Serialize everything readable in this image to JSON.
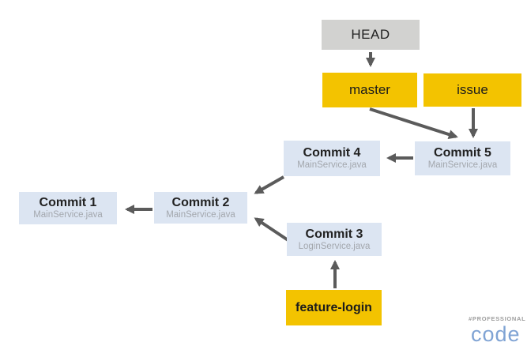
{
  "diagram": {
    "type": "git-branch-commit-graph",
    "nodes": {
      "head": {
        "label": "HEAD"
      },
      "master": {
        "label": "master"
      },
      "issue": {
        "label": "issue"
      },
      "feature": {
        "label": "feature-login"
      },
      "commit1": {
        "title": "Commit 1",
        "file": "MainService.java"
      },
      "commit2": {
        "title": "Commit 2",
        "file": "MainService.java"
      },
      "commit3": {
        "title": "Commit 3",
        "file": "LoginService.java"
      },
      "commit4": {
        "title": "Commit 4",
        "file": "MainService.java"
      },
      "commit5": {
        "title": "Commit 5",
        "file": "MainService.java"
      }
    },
    "edges": [
      {
        "from": "HEAD",
        "to": "master"
      },
      {
        "from": "master",
        "to": "Commit 5"
      },
      {
        "from": "issue",
        "to": "Commit 5"
      },
      {
        "from": "Commit 5",
        "to": "Commit 4"
      },
      {
        "from": "Commit 4",
        "to": "Commit 2"
      },
      {
        "from": "Commit 3",
        "to": "Commit 2"
      },
      {
        "from": "Commit 2",
        "to": "Commit 1"
      },
      {
        "from": "feature-login",
        "to": "Commit 3"
      }
    ],
    "colors": {
      "branch_fill": "#F3C300",
      "head_fill": "#D2D2D0",
      "commit_fill": "#DCE5F2",
      "arrow": "#5B5B5B",
      "commit_title_text": "#222222",
      "commit_file_text": "#A3A7AD"
    }
  },
  "watermark": {
    "hashtag": "#PROFESSIONAL",
    "logo": "code",
    "hashtag_color": "#9E9E9E",
    "logo_color": "#7FA3D4"
  }
}
